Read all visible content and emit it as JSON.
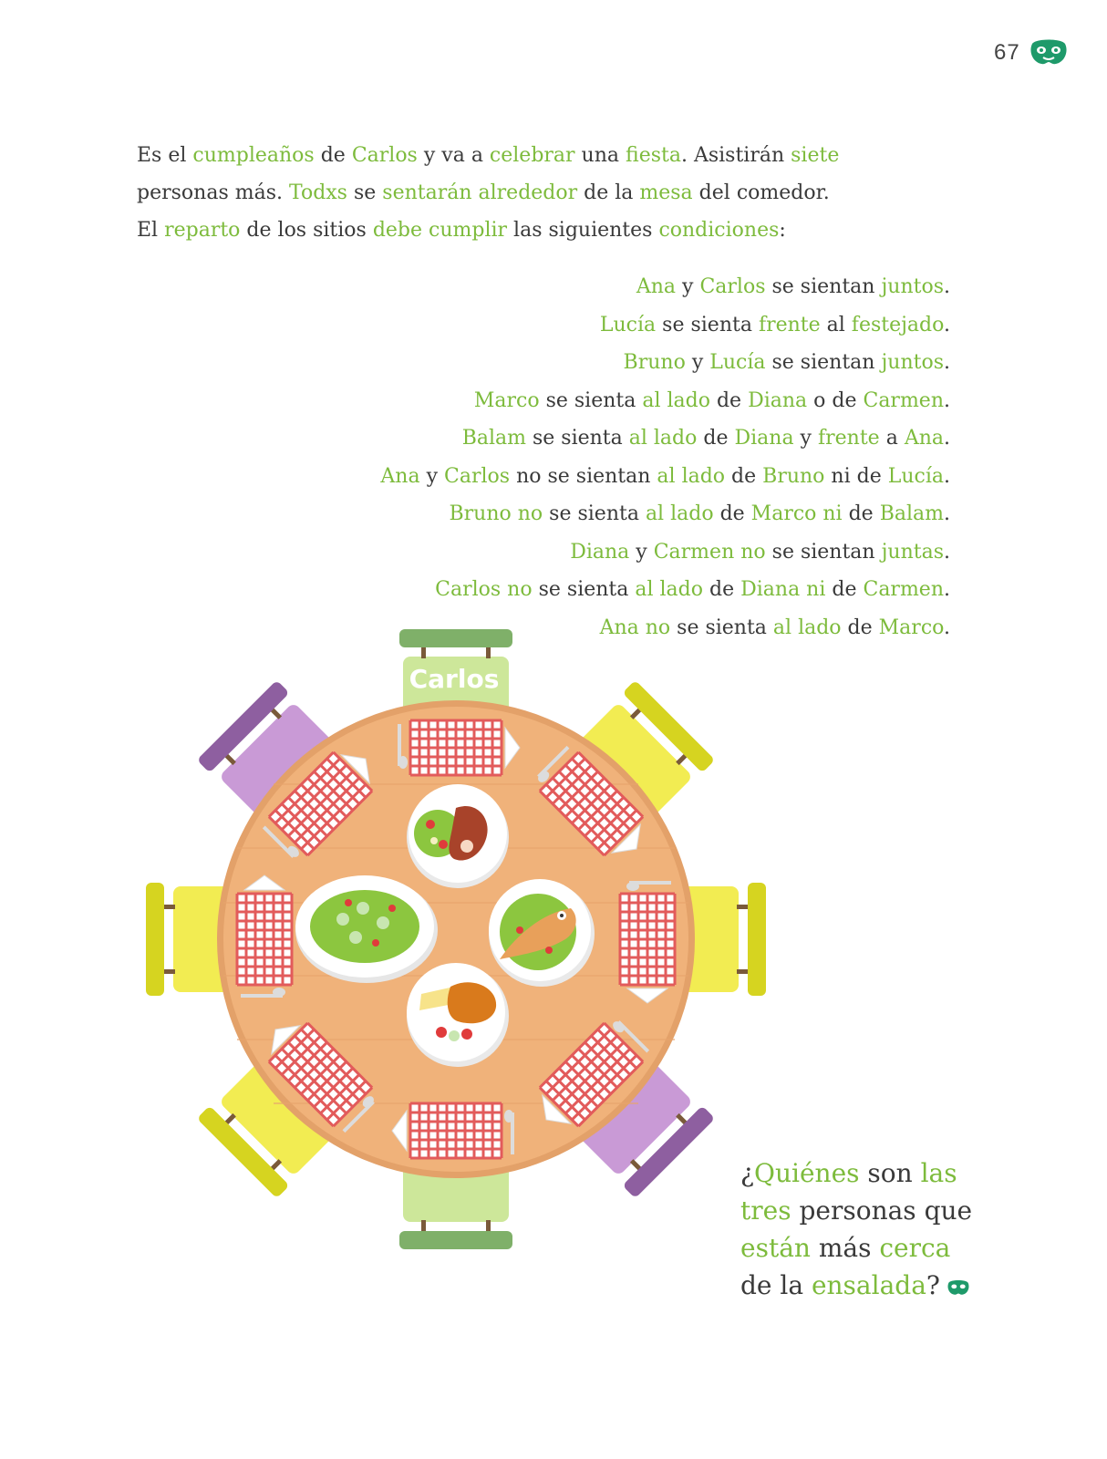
{
  "page": {
    "number": "67",
    "logo_icon": "mask-icon"
  },
  "intro": {
    "lines": [
      [
        {
          "t": "Es el ",
          "h": false
        },
        {
          "t": "cumpleaños",
          "h": true
        },
        {
          "t": " de ",
          "h": false
        },
        {
          "t": "Carlos",
          "h": true
        },
        {
          "t": " y va a ",
          "h": false
        },
        {
          "t": "celebrar",
          "h": true
        },
        {
          "t": " una ",
          "h": false
        },
        {
          "t": "fiesta",
          "h": true
        },
        {
          "t": ". Asistirán ",
          "h": false
        },
        {
          "t": "siete",
          "h": true
        }
      ],
      [
        {
          "t": "personas más. ",
          "h": false
        },
        {
          "t": "Todxs",
          "h": true
        },
        {
          "t": " se ",
          "h": false
        },
        {
          "t": "sentarán alrededor",
          "h": true
        },
        {
          "t": " de la ",
          "h": false
        },
        {
          "t": "mesa",
          "h": true
        },
        {
          "t": " del comedor.",
          "h": false
        }
      ],
      [
        {
          "t": "El ",
          "h": false
        },
        {
          "t": "reparto",
          "h": true
        },
        {
          "t": " de los sitios ",
          "h": false
        },
        {
          "t": "debe cumplir",
          "h": true
        },
        {
          "t": " las siguientes ",
          "h": false
        },
        {
          "t": "condiciones",
          "h": true
        },
        {
          "t": ":",
          "h": false
        }
      ]
    ]
  },
  "conditions": [
    [
      {
        "t": "Ana",
        "h": true
      },
      {
        "t": " y ",
        "h": false
      },
      {
        "t": "Carlos",
        "h": true
      },
      {
        "t": " se sientan ",
        "h": false
      },
      {
        "t": "juntos",
        "h": true
      },
      {
        "t": ".",
        "h": false
      }
    ],
    [
      {
        "t": "Lucía",
        "h": true
      },
      {
        "t": " se sienta ",
        "h": false
      },
      {
        "t": "frente",
        "h": true
      },
      {
        "t": " al ",
        "h": false
      },
      {
        "t": "festejado",
        "h": true
      },
      {
        "t": ".",
        "h": false
      }
    ],
    [
      {
        "t": "Bruno",
        "h": true
      },
      {
        "t": " y ",
        "h": false
      },
      {
        "t": "Lucía",
        "h": true
      },
      {
        "t": " se sientan ",
        "h": false
      },
      {
        "t": "juntos",
        "h": true
      },
      {
        "t": ".",
        "h": false
      }
    ],
    [
      {
        "t": "Marco",
        "h": true
      },
      {
        "t": " se sienta ",
        "h": false
      },
      {
        "t": "al lado",
        "h": true
      },
      {
        "t": " de ",
        "h": false
      },
      {
        "t": "Diana",
        "h": true
      },
      {
        "t": " o de ",
        "h": false
      },
      {
        "t": "Carmen",
        "h": true
      },
      {
        "t": ".",
        "h": false
      }
    ],
    [
      {
        "t": "Balam",
        "h": true
      },
      {
        "t": " se sienta ",
        "h": false
      },
      {
        "t": "al lado",
        "h": true
      },
      {
        "t": " de ",
        "h": false
      },
      {
        "t": "Diana",
        "h": true
      },
      {
        "t": " y ",
        "h": false
      },
      {
        "t": "frente",
        "h": true
      },
      {
        "t": " a ",
        "h": false
      },
      {
        "t": "Ana",
        "h": true
      },
      {
        "t": ".",
        "h": false
      }
    ],
    [
      {
        "t": "Ana",
        "h": true
      },
      {
        "t": " y ",
        "h": false
      },
      {
        "t": "Carlos",
        "h": true
      },
      {
        "t": " no se sientan ",
        "h": false
      },
      {
        "t": "al lado",
        "h": true
      },
      {
        "t": " de ",
        "h": false
      },
      {
        "t": "Bruno",
        "h": true
      },
      {
        "t": " ni de ",
        "h": false
      },
      {
        "t": "Lucía",
        "h": true
      },
      {
        "t": ".",
        "h": false
      }
    ],
    [
      {
        "t": "Bruno no",
        "h": true
      },
      {
        "t": " se sienta ",
        "h": false
      },
      {
        "t": "al lado",
        "h": true
      },
      {
        "t": " de ",
        "h": false
      },
      {
        "t": "Marco ni",
        "h": true
      },
      {
        "t": " de ",
        "h": false
      },
      {
        "t": "Balam",
        "h": true
      },
      {
        "t": ".",
        "h": false
      }
    ],
    [
      {
        "t": "Diana",
        "h": true
      },
      {
        "t": " y ",
        "h": false
      },
      {
        "t": "Carmen no",
        "h": true
      },
      {
        "t": " se sientan ",
        "h": false
      },
      {
        "t": "juntas",
        "h": true
      },
      {
        "t": ".",
        "h": false
      }
    ],
    [
      {
        "t": "Carlos no",
        "h": true
      },
      {
        "t": " se sienta ",
        "h": false
      },
      {
        "t": "al lado",
        "h": true
      },
      {
        "t": " de ",
        "h": false
      },
      {
        "t": "Diana ni",
        "h": true
      },
      {
        "t": " de ",
        "h": false
      },
      {
        "t": "Carmen",
        "h": true
      },
      {
        "t": ".",
        "h": false
      }
    ],
    [
      {
        "t": "Ana no",
        "h": true
      },
      {
        "t": " se sienta ",
        "h": false
      },
      {
        "t": "al lado",
        "h": true
      },
      {
        "t": " de ",
        "h": false
      },
      {
        "t": "Marco",
        "h": true
      },
      {
        "t": ".",
        "h": false
      }
    ]
  ],
  "table": {
    "seat_label": "Carlos",
    "colors": {
      "table": "#f0b27a",
      "table_rim": "#e3a169",
      "chair_green": "#cde79a",
      "chair_green_back": "#7fb069",
      "chair_yellow": "#f2ec52",
      "chair_yellow_back": "#d6d420",
      "chair_purple": "#c99ad6",
      "chair_purple_back": "#8e5fa0",
      "placemat": "#e25b5b",
      "plate": "#ffffff"
    }
  },
  "question": {
    "lines": [
      [
        {
          "t": "¿",
          "h": false
        },
        {
          "t": "Quiénes",
          "h": true
        },
        {
          "t": " son ",
          "h": false
        },
        {
          "t": "las",
          "h": true
        }
      ],
      [
        {
          "t": "tres",
          "h": true
        },
        {
          "t": " personas que",
          "h": false
        }
      ],
      [
        {
          "t": "están",
          "h": true
        },
        {
          "t": " más ",
          "h": false
        },
        {
          "t": "cerca",
          "h": true
        }
      ],
      [
        {
          "t": "de la ",
          "h": false
        },
        {
          "t": "ensalada",
          "h": true
        },
        {
          "t": "?",
          "h": false
        }
      ]
    ],
    "icon": "mask-icon"
  }
}
